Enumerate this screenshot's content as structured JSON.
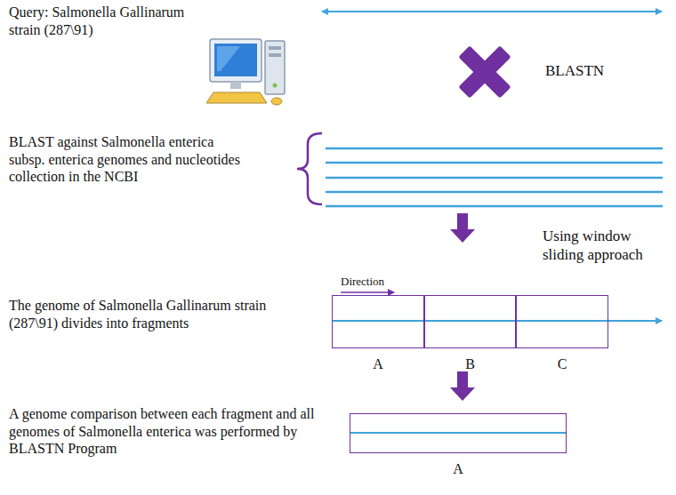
{
  "diagram": {
    "nodes": [
      {
        "text": [
          "A"
        ]
      },
      {
        "text": [
          "B"
        ]
      },
      {
        "text": [
          "C"
        ]
      },
      {
        "text": [
          "A"
        ]
      }
    ],
    "labels": [
      "Query: Salmonella Gallinarum strain (287\\91)",
      "BLASTN",
      "BLAST against Salmonella enterica subsp. enterica genomes and nucleotides collection in the NCBI",
      "Using window sliding approach",
      "Direction",
      "The genome of Salmonella Gallinarum strain (287\\91) divides into fragments",
      "A genome comparison between each fragment and all genomes of Salmonella enterica was performed by BLASTN Program"
    ]
  }
}
